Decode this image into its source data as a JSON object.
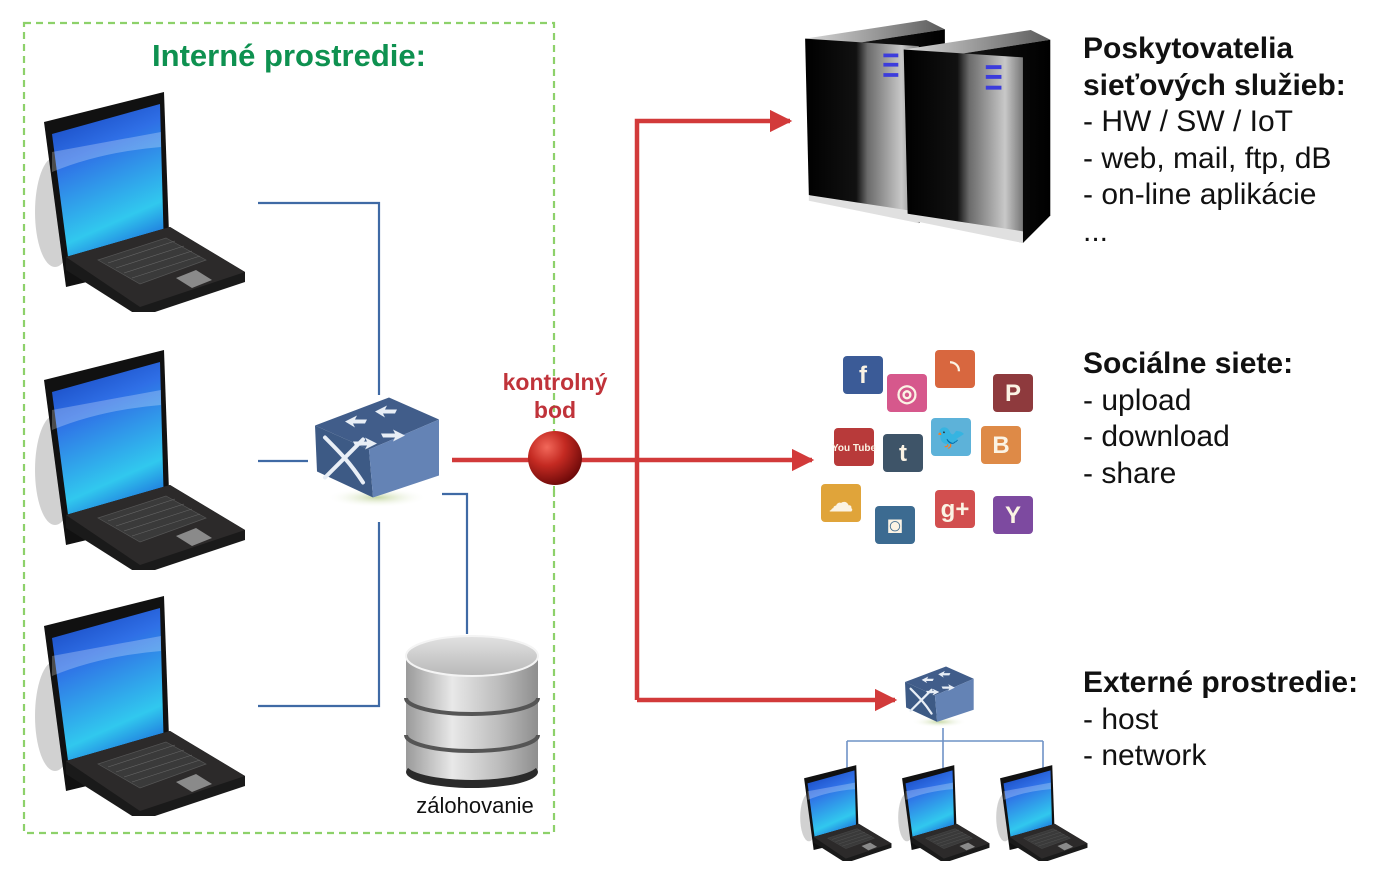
{
  "diagram": {
    "internal": {
      "title": "Interné prostredie:",
      "laptop_count": 3,
      "backup_label": "zálohovanie"
    },
    "control_point": {
      "label_line1": "kontrolný",
      "label_line2": "bod"
    },
    "providers": {
      "title_line1": "Poskytovatelia",
      "title_line2": "sieťových služieb:",
      "items": [
        "- HW / SW / IoT",
        "- web, mail, ftp, dB",
        "- on-line aplikácie",
        "..."
      ]
    },
    "social": {
      "title": "Sociálne siete:",
      "items": [
        "- upload",
        "- download",
        "- share"
      ],
      "icons": [
        {
          "name": "facebook",
          "glyph": "f",
          "color": "#3b5b97"
        },
        {
          "name": "dribbble",
          "glyph": "◎",
          "color": "#d6588c"
        },
        {
          "name": "rss",
          "glyph": "◝",
          "color": "#d8673f"
        },
        {
          "name": "pinterest",
          "glyph": "P",
          "color": "#8e3a3d"
        },
        {
          "name": "youtube",
          "glyph": "You Tube",
          "color": "#b83a3a"
        },
        {
          "name": "tumblr",
          "glyph": "t",
          "color": "#3e5468"
        },
        {
          "name": "twitter",
          "glyph": "🐦",
          "color": "#5db2d9"
        },
        {
          "name": "blogger",
          "glyph": "B",
          "color": "#de8a47"
        },
        {
          "name": "soundcloud",
          "glyph": "☁",
          "color": "#e0a43a"
        },
        {
          "name": "instagram",
          "glyph": "◙",
          "color": "#3c6b91"
        },
        {
          "name": "google-plus",
          "glyph": "g+",
          "color": "#d24f4f"
        },
        {
          "name": "yahoo",
          "glyph": "Y",
          "color": "#7d4aa0"
        }
      ]
    },
    "external": {
      "title": "Externé prostredie:",
      "items": [
        "- host",
        "- network"
      ],
      "laptop_count": 3
    },
    "colors": {
      "internal_border": "#8dd16a",
      "internal_title": "#0e9150",
      "flow_arrow": "#d23a3a",
      "lan_line": "#3f6aa5",
      "control_label": "#c0333a"
    }
  }
}
